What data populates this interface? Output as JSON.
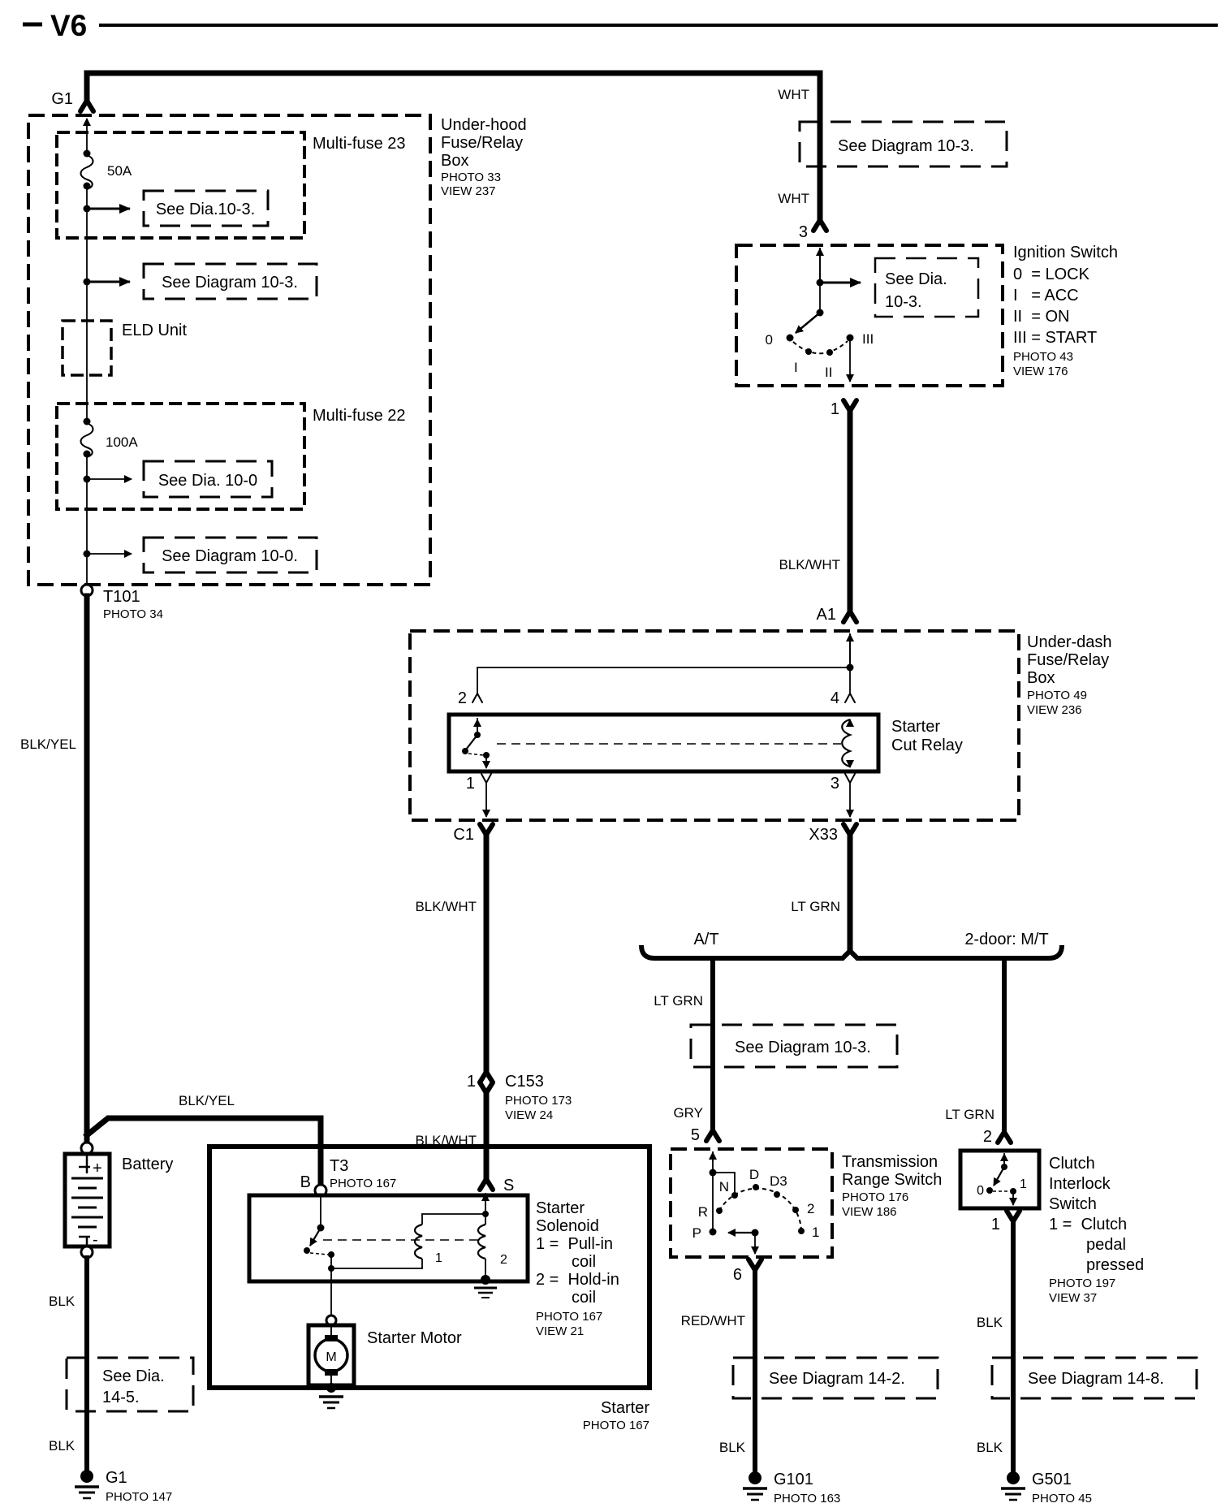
{
  "title": "V6",
  "underhood": {
    "g1": "G1",
    "box1": "Under-hood",
    "box2": "Fuse/Relay",
    "box3": "Box",
    "photo": "PHOTO 33",
    "view": "VIEW 237",
    "mf23": "Multi-fuse 23",
    "a50": "50A",
    "see_a": "See Dia.10-3.",
    "see_b": "See Diagram 10-3.",
    "eld": "ELD Unit",
    "mf22": "Multi-fuse 22",
    "a100": "100A",
    "see_c": "See Dia. 10-0",
    "see_d": "See Diagram 10-0.",
    "t101": "T101",
    "t101_photo": "PHOTO 34"
  },
  "power": {
    "wht1": "WHT",
    "see_e": "See Diagram 10-3.",
    "wht2": "WHT",
    "term3": "3"
  },
  "ignition": {
    "see_f1": "See Dia.",
    "see_f2": "10-3.",
    "p0": "0",
    "pI": "I",
    "pII": "II",
    "pIII": "III",
    "term1": "1",
    "name": "Ignition Switch",
    "l0": "0  = LOCK",
    "lI": "I   = ACC",
    "lII": "II  = ON",
    "lIII": "III = START",
    "photo": "PHOTO 43",
    "view": "VIEW 176",
    "blkwht": "BLK/WHT",
    "a1": "A1"
  },
  "underdash": {
    "box1": "Under-dash",
    "box2": "Fuse/Relay",
    "box3": "Box",
    "photo": "PHOTO 49",
    "view": "VIEW 236",
    "r2": "2",
    "r4": "4",
    "r1": "1",
    "r3": "3",
    "relay1": "Starter",
    "relay2": "Cut Relay",
    "c1": "C1",
    "x33": "X33"
  },
  "split": {
    "blkwht": "BLK/WHT",
    "ltgrn": "LT GRN",
    "at": "A/T",
    "mt": "2-door: M/T"
  },
  "at_branch": {
    "ltgrn": "LT GRN",
    "see_g": "See Diagram 10-3.",
    "gry": "GRY",
    "term5": "5",
    "redwht": "RED/WHT",
    "see_h": "See Diagram 14-2.",
    "blk": "BLK",
    "g101": "G101",
    "g101_photo": "PHOTO 163",
    "term6": "6"
  },
  "trs": {
    "name1": "Transmission",
    "name2": "Range Switch",
    "photo": "PHOTO 176",
    "view": "VIEW 186",
    "pR": "R",
    "pN": "N",
    "pD": "D",
    "pD3": "D3",
    "p2": "2",
    "p1": "1",
    "pP": "P"
  },
  "clutch": {
    "ltgrn": "LT GRN",
    "term2": "2",
    "p0": "0",
    "p1": "1",
    "term1": "1",
    "name1": "Clutch",
    "name2": "Interlock",
    "name3": "Switch",
    "l1": "1 =  Clutch",
    "l2": "pedal",
    "l3": "pressed",
    "photo": "PHOTO 197",
    "view": "VIEW 37",
    "blk1": "BLK",
    "see_i": "See Diagram 14-8.",
    "blk2": "BLK",
    "g501": "G501",
    "g501_photo": "PHOTO 45"
  },
  "battery_col": {
    "blkyel": "BLK/YEL",
    "name": "Battery",
    "plus": "+",
    "minus": "-",
    "blk1": "BLK",
    "see1": "See Dia.",
    "see2": "14-5.",
    "blk2": "BLK",
    "g1": "G1",
    "photo": "PHOTO 147"
  },
  "starter": {
    "blkyel": "BLK/YEL",
    "t3": "T3",
    "t3_photo": "PHOTO 167",
    "b": "B",
    "s": "S",
    "c153_1": "1",
    "c153": "C153",
    "c153_photo": "PHOTO 173",
    "c153_view": "VIEW 24",
    "blkwht1": "BLK/WHT",
    "blkwht2": "BLK/WHT",
    "sol1": "Starter",
    "sol2": "Solenoid",
    "sol3": "1 =  Pull-in",
    "sol4": "coil",
    "sol5": "2 =  Hold-in",
    "sol6": "coil",
    "sol_photo": "PHOTO 167",
    "sol_view": "VIEW 21",
    "coil1": "1",
    "coil2": "2",
    "motor": "Starter Motor",
    "m": "M",
    "name": "Starter",
    "name_photo": "PHOTO 167"
  }
}
